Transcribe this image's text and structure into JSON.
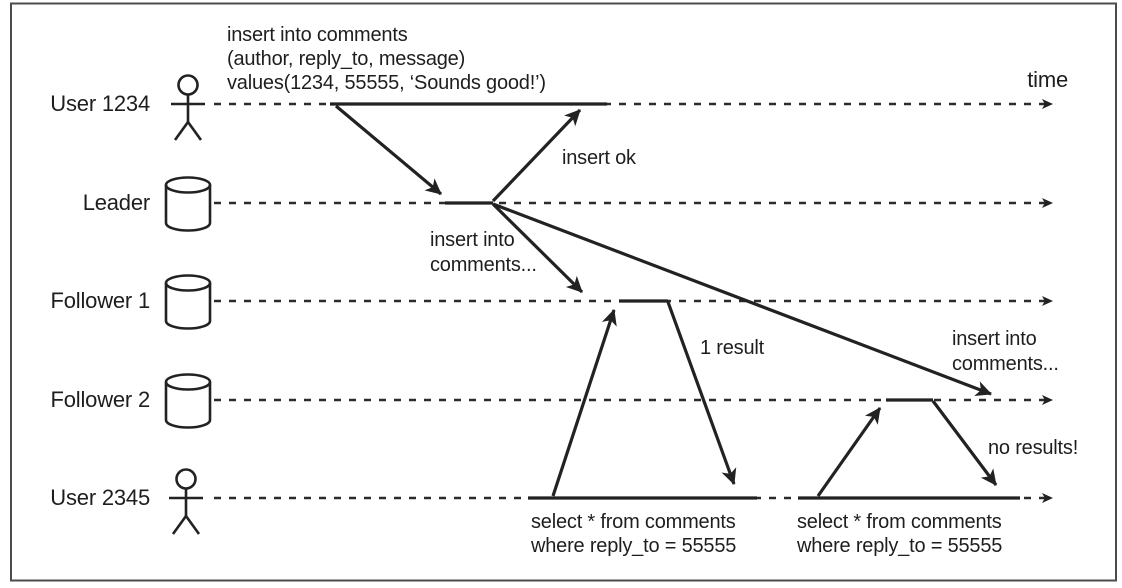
{
  "diagram": {
    "time_label": "time",
    "lanes": [
      {
        "label": "User 1234",
        "icon": "stick-figure"
      },
      {
        "label": "Leader",
        "icon": "database-cylinder"
      },
      {
        "label": "Follower 1",
        "icon": "database-cylinder"
      },
      {
        "label": "Follower 2",
        "icon": "database-cylinder"
      },
      {
        "label": "User 2345",
        "icon": "stick-figure"
      }
    ],
    "messages": {
      "insert_query": "insert into comments\n(author, reply_to, message)\nvalues(1234, 55555, ‘Sounds good!’)",
      "insert_ok": "insert ok",
      "replicate_f1": "insert into\ncomments...",
      "replicate_f2": "insert into\ncomments...",
      "result_one": "1 result",
      "no_results": "no results!",
      "select_query_1": "select * from comments\nwhere reply_to = 55555",
      "select_query_2": "select * from comments\nwhere reply_to = 55555"
    },
    "colors": {
      "ink": "#222222",
      "background": "#ffffff",
      "border": "#4c4c4c"
    }
  }
}
